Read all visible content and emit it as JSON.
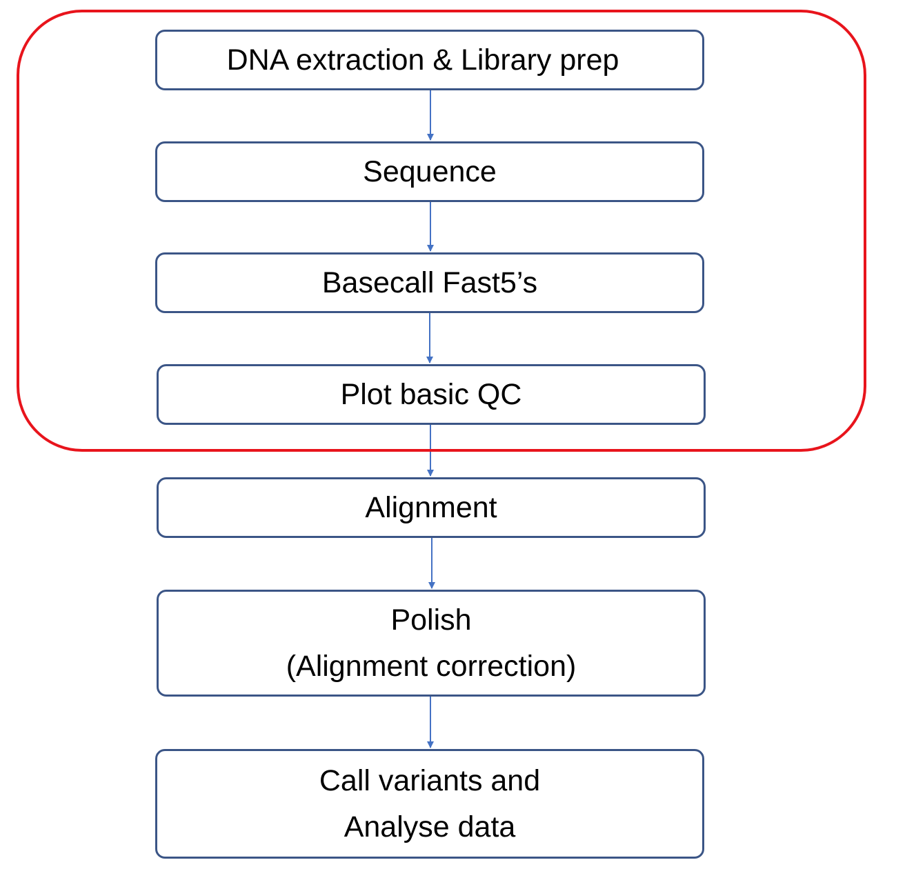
{
  "diagram": {
    "steps": [
      {
        "label": "DNA extraction & Library prep"
      },
      {
        "label": "Sequence"
      },
      {
        "label": "Basecall Fast5’s"
      },
      {
        "label": "Plot basic QC"
      },
      {
        "label": "Alignment"
      },
      {
        "lines": [
          "Polish",
          "(Alignment correction)"
        ]
      },
      {
        "lines": [
          "Call variants and",
          "Analyse data"
        ]
      }
    ],
    "colors": {
      "box_border": "#3b5586",
      "arrow": "#4472c4",
      "highlight_border": "#e8141c",
      "text": "#000000"
    }
  }
}
